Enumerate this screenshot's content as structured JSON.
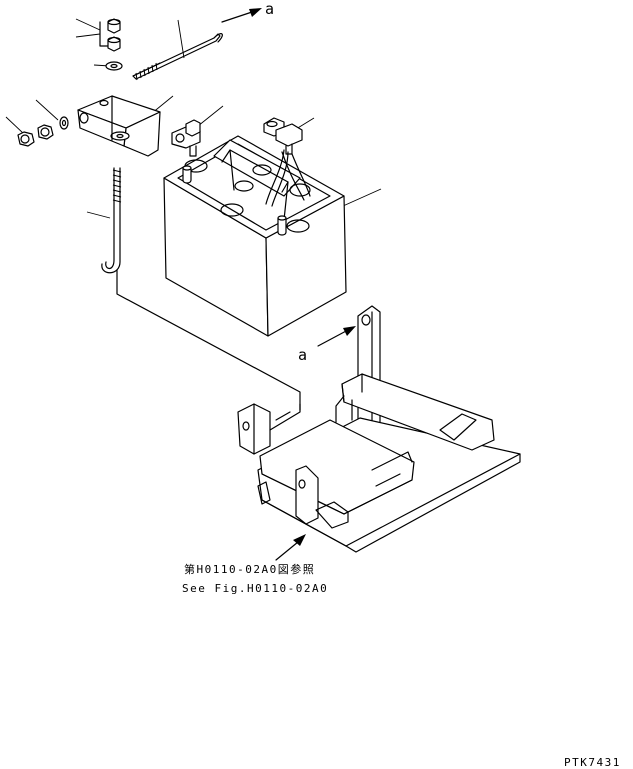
{
  "callouts": {
    "a_top": "a",
    "a_mid": "a"
  },
  "reference": {
    "japanese": "第H0110-02A0図参照",
    "english": "See Fig.H0110-02A0"
  },
  "drawing_code": "PTK7431"
}
